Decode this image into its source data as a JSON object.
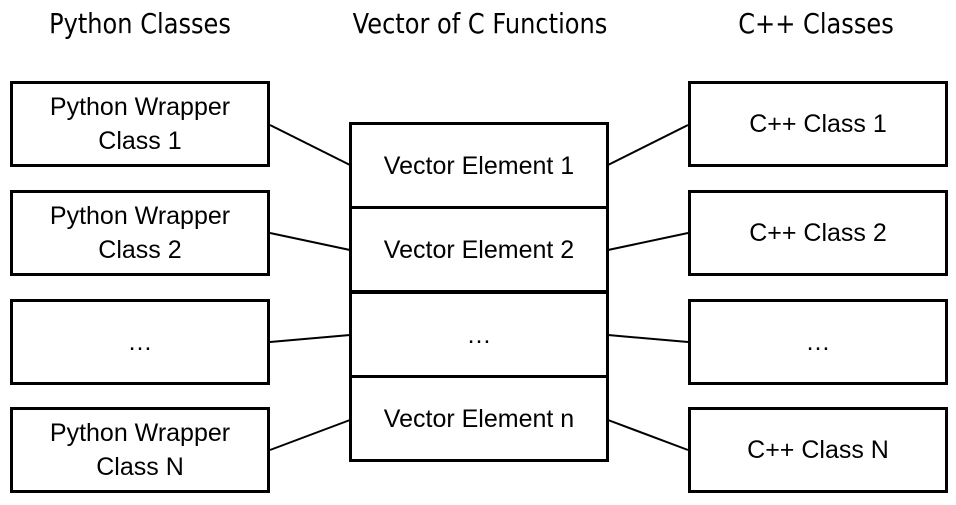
{
  "headings": {
    "left": "Python Classes",
    "middle": "Vector of C Functions",
    "right": "C++ Classes"
  },
  "python_classes": [
    "Python Wrapper\nClass 1",
    "Python Wrapper\nClass 2",
    "…",
    "Python Wrapper\nClass N"
  ],
  "vector_elements": [
    "Vector Element 1",
    "Vector Element 2",
    "…",
    "Vector Element n"
  ],
  "cpp_classes": [
    "C++ Class 1",
    "C++ Class 2",
    "…",
    "C++ Class N"
  ]
}
